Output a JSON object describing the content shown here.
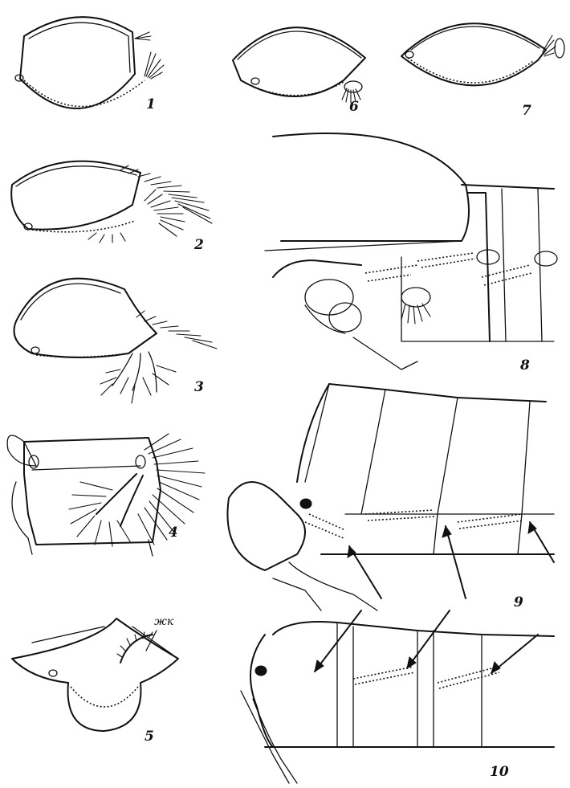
{
  "figure_numbers": [
    "1",
    "2",
    "3",
    "4",
    "5",
    "6",
    "7",
    "8",
    "9",
    "10"
  ],
  "annotation": "жк",
  "colors": {
    "ink": "#111111",
    "background": "#ffffff"
  }
}
